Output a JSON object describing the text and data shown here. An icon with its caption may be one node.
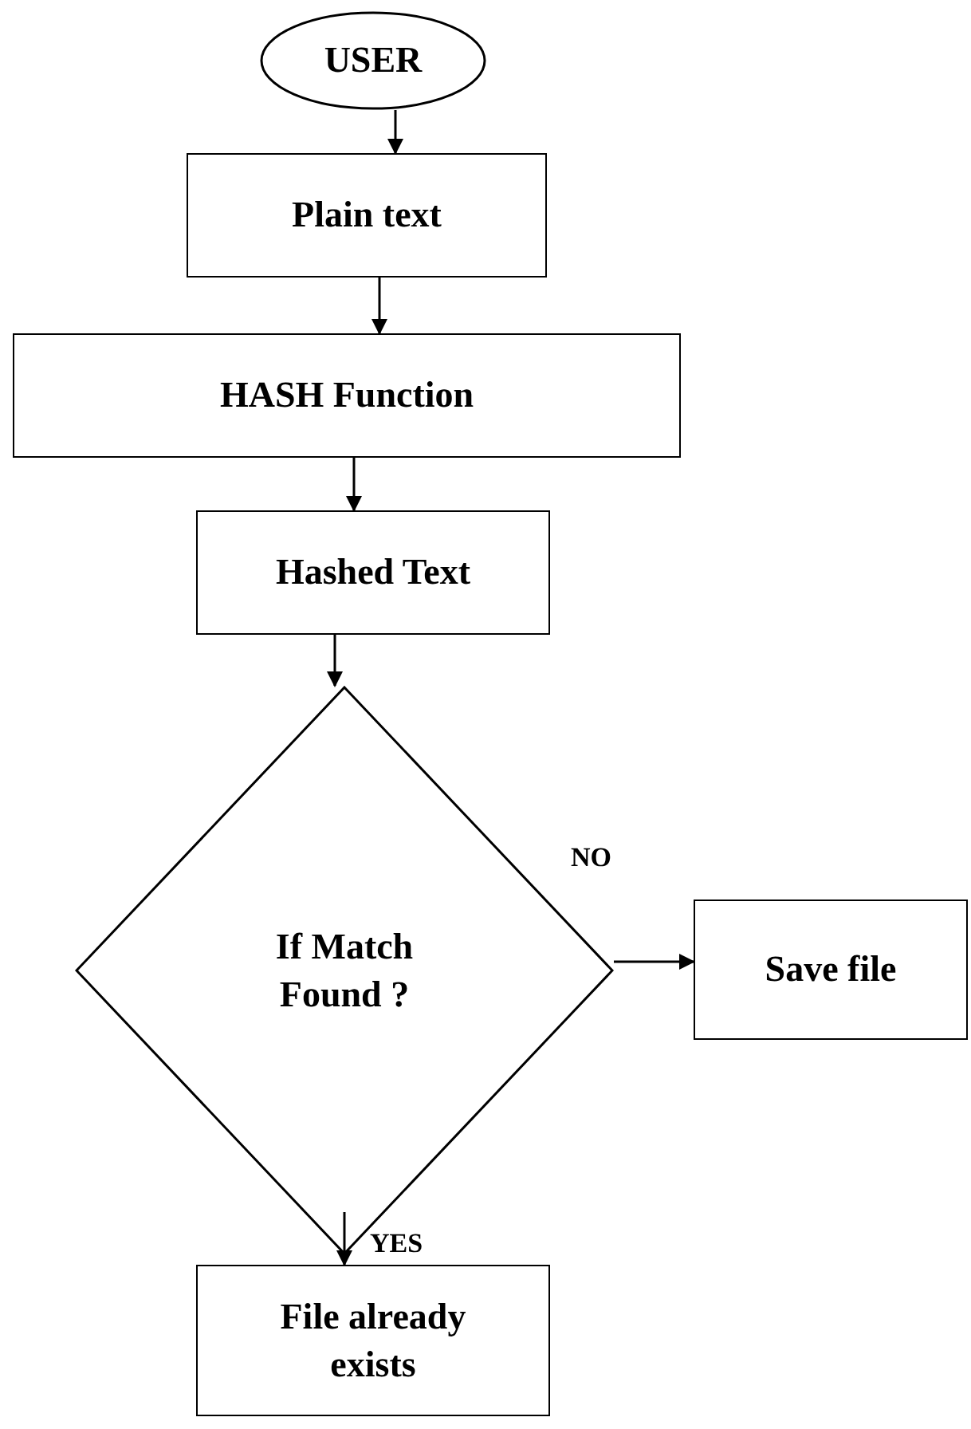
{
  "diagram": {
    "nodes": [
      {
        "text": [
          "USER"
        ]
      },
      {
        "text": [
          "Plain text"
        ]
      },
      {
        "text": [
          "HASH Function"
        ]
      },
      {
        "text": [
          "Hashed Text"
        ]
      },
      {
        "text": [
          "If Match Found ?"
        ]
      },
      {
        "text": [
          "Save file"
        ]
      },
      {
        "text": [
          "File already exists"
        ]
      }
    ],
    "edges": [
      {
        "from": 0,
        "to": 1,
        "arrow": "to"
      },
      {
        "from": 1,
        "to": 2,
        "arrow": "to"
      },
      {
        "from": 2,
        "to": 3,
        "arrow": "to"
      },
      {
        "from": 3,
        "to": 4,
        "arrow": "to"
      },
      {
        "from": 4,
        "to": 5,
        "label": "NO",
        "arrow": "to"
      },
      {
        "from": 4,
        "to": 6,
        "label": "YES",
        "arrow": "to"
      }
    ]
  }
}
